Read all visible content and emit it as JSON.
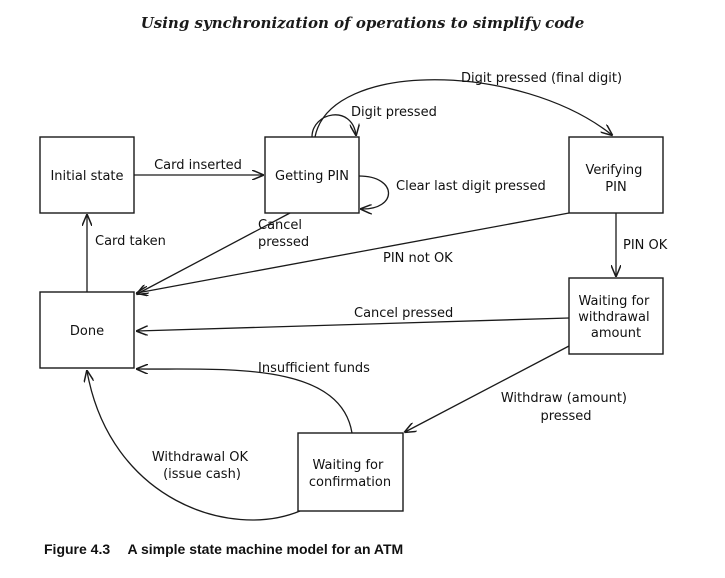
{
  "header": {
    "title": "Using synchronization of operations to simplify code"
  },
  "states": {
    "initial": {
      "label": [
        "Initial state"
      ]
    },
    "getting_pin": {
      "label": [
        "Getting PIN"
      ]
    },
    "verifying_pin": {
      "label": [
        "Verifying",
        "PIN"
      ]
    },
    "done": {
      "label": [
        "Done"
      ]
    },
    "waiting_amount": {
      "label": [
        "Waiting for",
        "withdrawal",
        "amount"
      ]
    },
    "waiting_confirmation": {
      "label": [
        "Waiting for",
        "confirmation"
      ]
    }
  },
  "transitions": {
    "card_inserted": [
      "Card inserted"
    ],
    "digit_pressed": [
      "Digit pressed"
    ],
    "digit_pressed_final": [
      "Digit pressed (final digit)"
    ],
    "clear_last_digit": [
      "Clear last digit pressed"
    ],
    "cancel_pressed_pin": [
      "Cancel",
      "pressed"
    ],
    "card_taken": [
      "Card taken"
    ],
    "pin_not_ok": [
      "PIN not OK"
    ],
    "pin_ok": [
      "PIN OK"
    ],
    "cancel_pressed_amount": [
      "Cancel pressed"
    ],
    "insufficient_funds": [
      "Insufficient funds"
    ],
    "withdraw_amount": [
      "Withdraw (amount)",
      "pressed"
    ],
    "withdrawal_ok": [
      "Withdrawal OK",
      "(issue cash)"
    ]
  },
  "caption": {
    "number": "Figure 4.3",
    "text": "A simple state machine model for an ATM"
  },
  "colors": {
    "stroke": "#1a1a1a",
    "text": "#111111"
  }
}
